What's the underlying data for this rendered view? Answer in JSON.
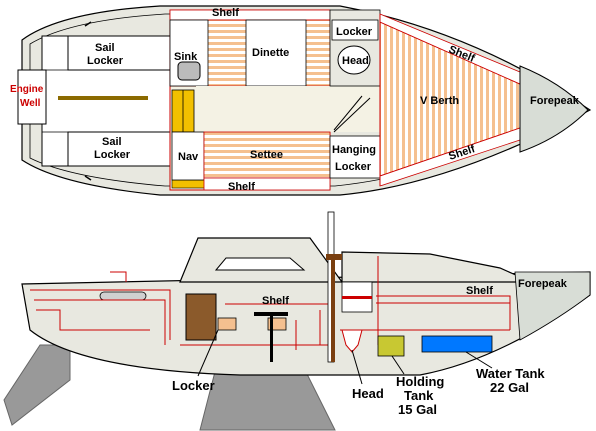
{
  "top_view": {
    "shelf_top": "Shelf",
    "shelf_bottom": "Shelf",
    "shelf_diag_upper": "Shelf",
    "shelf_diag_lower": "Shelf",
    "sail_locker_upper": [
      "Sail",
      "Locker"
    ],
    "sail_locker_lower": [
      "Sail",
      "Locker"
    ],
    "engine_well": [
      "Engine",
      "Well"
    ],
    "sink": "Sink",
    "dinette": "Dinette",
    "locker": "Locker",
    "head": "Head",
    "v_berth": "V Berth",
    "forepeak": "Forepeak",
    "nav": "Nav",
    "settee": "Settee",
    "hanging_locker": [
      "Hanging",
      "Locker"
    ]
  },
  "side_view": {
    "shelf_cabin": "Shelf",
    "shelf_fwd": "Shelf",
    "forepeak": "Forepeak",
    "locker": "Locker",
    "head": "Head",
    "holding_tank": [
      "Holding",
      "Tank",
      "15 Gal"
    ],
    "water_tank": [
      "Water Tank",
      "22 Gal"
    ]
  },
  "colors": {
    "hull_fill": "#e8e8e0",
    "hull_outline": "#000000",
    "red_line": "#cc0000",
    "stripe": "#f7caa0",
    "floor": "#f4f2e4",
    "berth_stripe": "#f2c090",
    "yellow": "#f2c000",
    "keel": "#999999",
    "mast": "#7a3f10",
    "holding_tank": "#c8c832",
    "water_tank": "#0078ff",
    "head_red": "#cc0000"
  }
}
